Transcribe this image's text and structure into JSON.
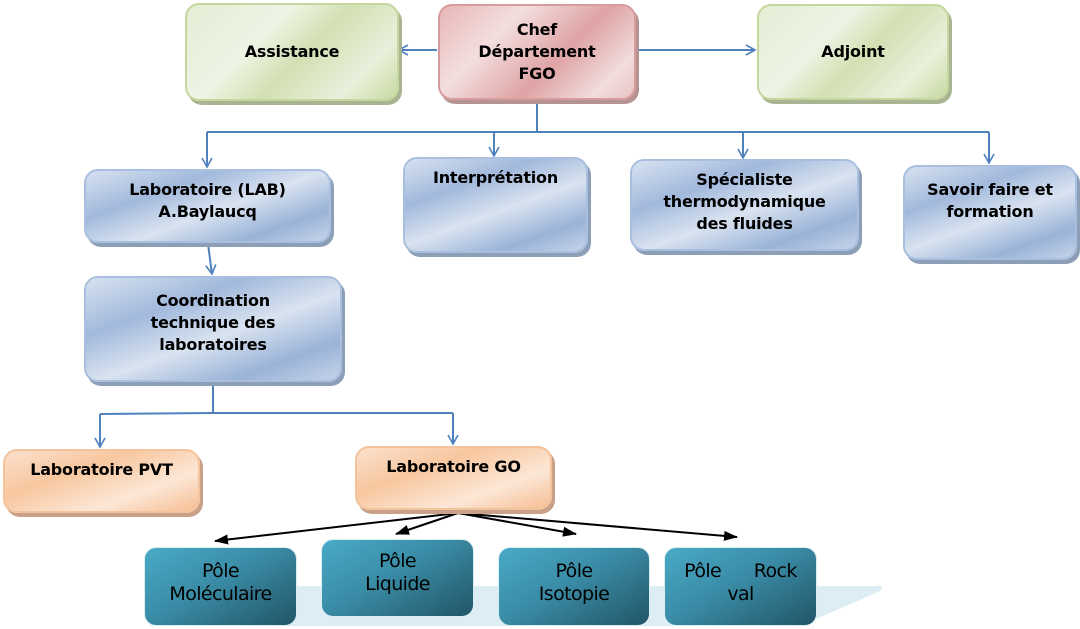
{
  "diagram": {
    "type": "organization-chart",
    "nodes": {
      "chef": {
        "lines": [
          "Chef",
          "Département",
          "FGO"
        ],
        "color": "#e3a9aa"
      },
      "assistance": {
        "lines": [
          "Assistance"
        ],
        "color": "#d4e1b6"
      },
      "adjoint": {
        "lines": [
          "Adjoint"
        ],
        "color": "#d4e1b6"
      },
      "laboratoire_lab": {
        "lines": [
          "Laboratoire (LAB)",
          "A.Baylaucq"
        ],
        "color": "#a9bfdf"
      },
      "interpretation": {
        "lines": [
          "Interprétation"
        ],
        "color": "#a9bfdf"
      },
      "specialiste": {
        "lines": [
          "Spécialiste",
          "thermodynamique",
          "des fluides"
        ],
        "color": "#a9bfdf"
      },
      "savoir_faire": {
        "lines": [
          "Savoir faire et",
          "formation"
        ],
        "color": "#a9bfdf"
      },
      "coordination": {
        "lines": [
          "Coordination",
          "technique des",
          "laboratoires"
        ],
        "color": "#a9bfdf"
      },
      "laboratoire_pvt": {
        "lines": [
          "Laboratoire PVT"
        ],
        "color": "#f8c79f"
      },
      "laboratoire_go": {
        "lines": [
          "Laboratoire GO"
        ],
        "color": "#f8c79f"
      },
      "pole_moleculaire": {
        "lines": [
          "Pôle",
          "Moléculaire"
        ],
        "color": "#3a8ca6"
      },
      "pole_liquide": {
        "lines": [
          "Pôle",
          "Liquide"
        ],
        "color": "#3a8ca6"
      },
      "pole_isotopie": {
        "lines": [
          "Pôle",
          "Isotopie"
        ],
        "color": "#3a8ca6"
      },
      "pole_rock_val": {
        "lines": [
          "Pôle      Rock",
          "val"
        ],
        "color": "#3a8ca6"
      }
    },
    "edges": [
      {
        "from": "chef",
        "to": "assistance"
      },
      {
        "from": "chef",
        "to": "adjoint"
      },
      {
        "from": "chef",
        "to": "laboratoire_lab"
      },
      {
        "from": "chef",
        "to": "interpretation"
      },
      {
        "from": "chef",
        "to": "specialiste"
      },
      {
        "from": "chef",
        "to": "savoir_faire"
      },
      {
        "from": "laboratoire_lab",
        "to": "coordination"
      },
      {
        "from": "coordination",
        "to": "laboratoire_pvt"
      },
      {
        "from": "coordination",
        "to": "laboratoire_go"
      },
      {
        "from": "laboratoire_go",
        "to": "pole_moleculaire"
      },
      {
        "from": "laboratoire_go",
        "to": "pole_liquide"
      },
      {
        "from": "laboratoire_go",
        "to": "pole_isotopie"
      },
      {
        "from": "laboratoire_go",
        "to": "pole_rock_val"
      }
    ],
    "colors": {
      "connector_blue": "#4f81bd",
      "connector_black": "#000000",
      "band": "#dceef3"
    }
  }
}
